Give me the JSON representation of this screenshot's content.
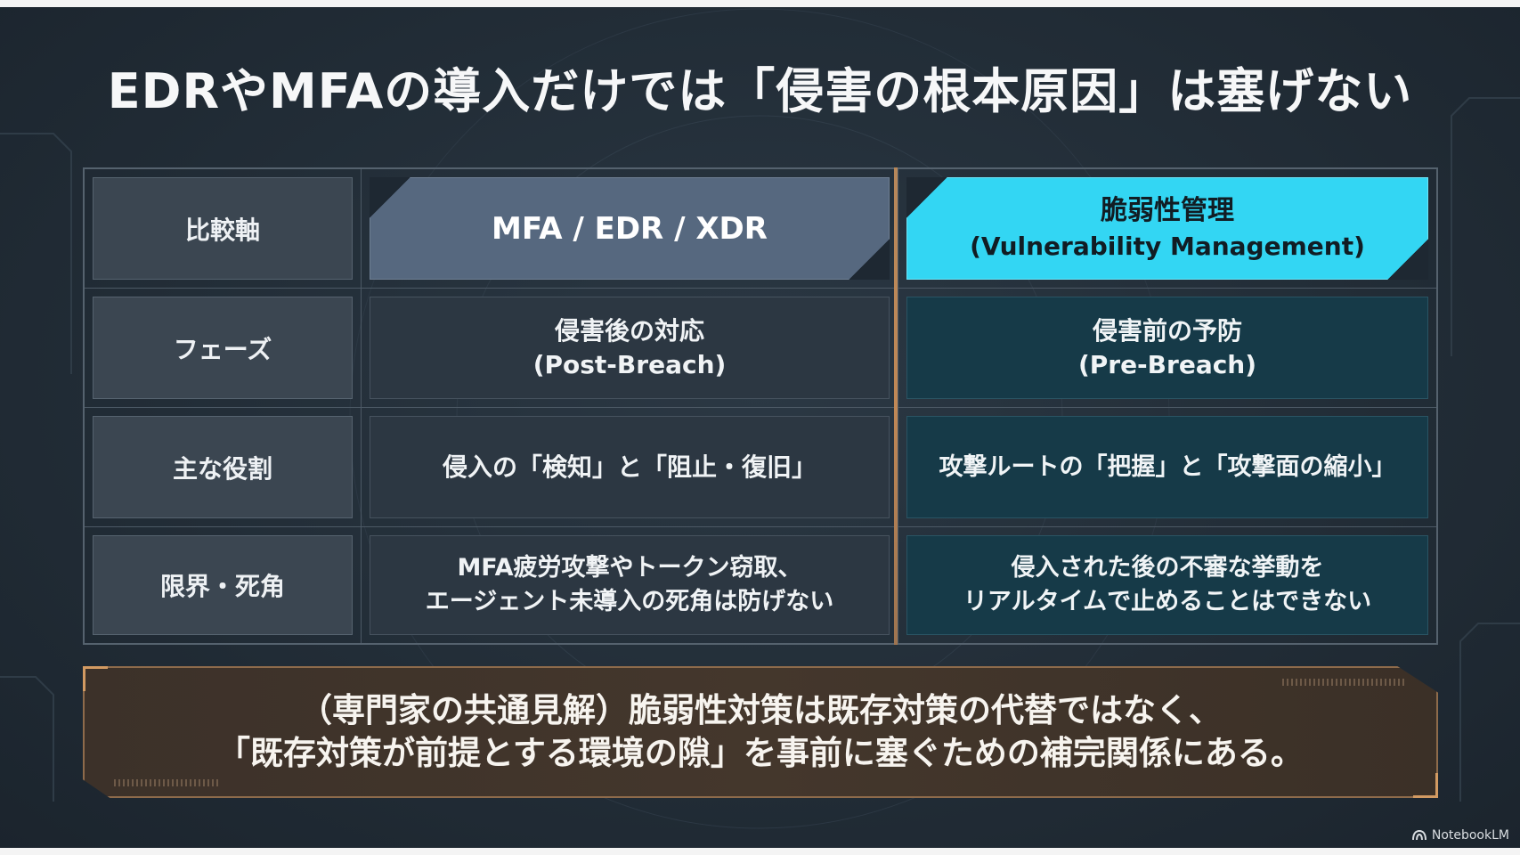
{
  "title": "EDRやMFAの導入だけでは「侵害の根本原因」は塞げない",
  "table": {
    "header": {
      "axis": "比較軸",
      "left": "MFA / EDR / XDR",
      "right_line1": "脆弱性管理",
      "right_line2": "(Vulnerability Management)"
    },
    "rows": [
      {
        "axis": "フェーズ",
        "left_line1": "侵害後の対応",
        "left_line2": "(Post-Breach)",
        "right_line1": "侵害前の予防",
        "right_line2": "(Pre-Breach)"
      },
      {
        "axis": "主な役割",
        "left_line1": "侵入の「検知」と「阻止・復旧」",
        "right_line1": "攻撃ルートの「把握」と「攻撃面の縮小」"
      },
      {
        "axis": "限界・死角",
        "left_line1": "MFA疲労攻撃やトークン窃取、",
        "left_line2": "エージェント未導入の死角は防げない",
        "right_line1": "侵入された後の不審な挙動を",
        "right_line2": "リアルタイムで止めることはできない"
      }
    ]
  },
  "conclusion": {
    "line1": "（専門家の共通見解）脆弱性対策は既存対策の代替ではなく、",
    "line2": "「既存対策が前提とする環境の隙」を事前に塞ぐための補完関係にある。"
  },
  "brand": {
    "label": "NotebookLM",
    "icon": "notebooklm-logo-icon"
  },
  "colors": {
    "background": "#222d37",
    "header_left": "#56687f",
    "header_right": "#33d6f3",
    "right_column": "#163a48",
    "accent_divider": "#c08856",
    "banner": "#44372c"
  }
}
